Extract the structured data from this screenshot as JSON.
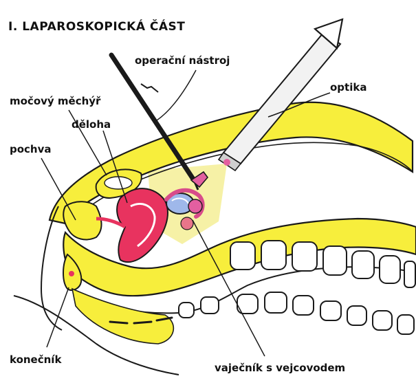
{
  "title": "I. LAPAROSKOPICKÁ ČÁST",
  "labels": {
    "instrument": "operační nástroj",
    "optics": "optika",
    "bladder": "močový měchýř",
    "uterus": "děloha",
    "vagina": "pochva",
    "rectum": "konečník",
    "ovary": "vaječník s vejcovodem"
  },
  "colors": {
    "background": "#ffffff",
    "tissue_yellow": "#f7ee3c",
    "tissue_pale": "#f5f0a8",
    "uterus_red": "#e8335f",
    "ovary_blue": "#9fb8ea",
    "outline": "#1a1a1a"
  }
}
